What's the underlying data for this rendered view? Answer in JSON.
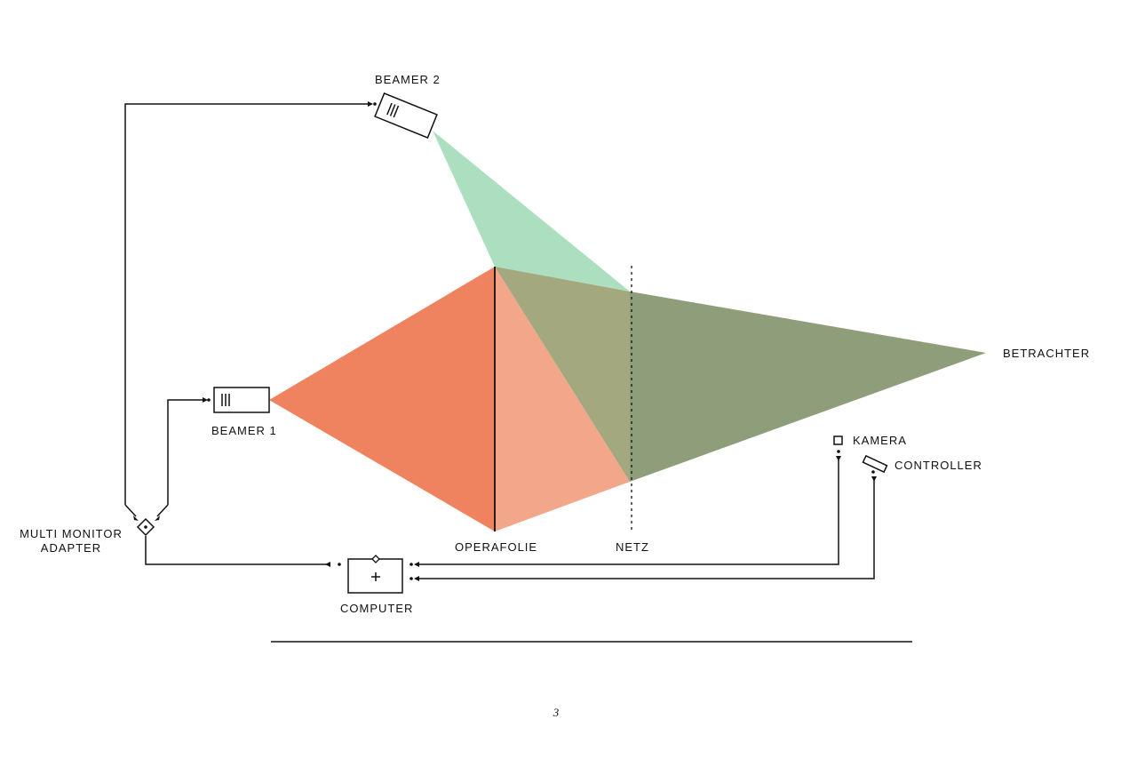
{
  "labels": {
    "beamer_2": "BEAMER 2",
    "beamer_1": "BEAMER 1",
    "betrachter": "BETRACHTER",
    "kamera": "KAMERA",
    "controller": "CONTROLLER",
    "multi_monitor_line1": "MULTI MONITOR",
    "multi_monitor_line2": "ADAPTER",
    "operafolie": "OPERAFOLIE",
    "netz": "NETZ",
    "computer": "COMPUTER"
  },
  "page_number": "3",
  "colors": {
    "stroke": "#111111",
    "beam_1_strong": "#ef8360",
    "beam_1_light": "#f2a78a",
    "beam_2_green": "#abdfc0",
    "overlap_olive": "#a3a87e",
    "viewer_cone": "#8f9e7a"
  },
  "icons": {
    "beamer": "projector-icon",
    "computer": "computer-icon",
    "adapter": "adapter-icon",
    "kamera": "camera-icon",
    "controller": "controller-icon"
  }
}
